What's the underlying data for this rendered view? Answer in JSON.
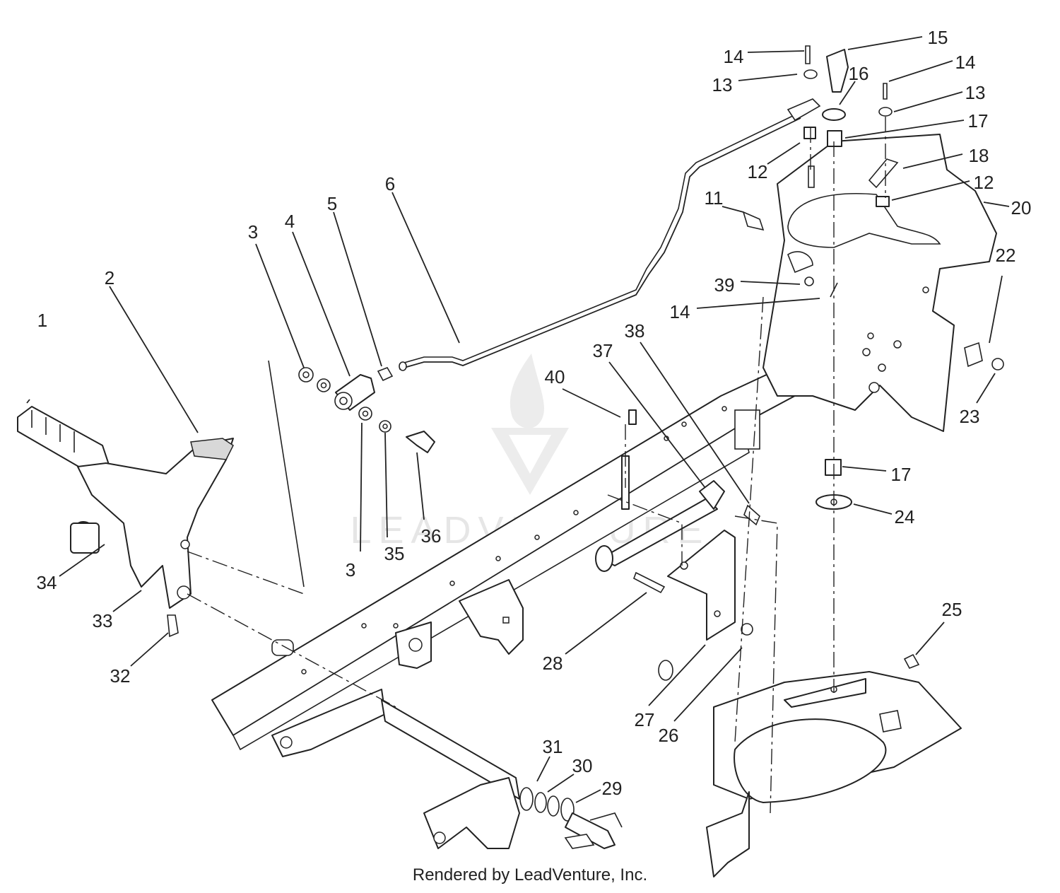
{
  "watermark": {
    "text": "LEADVENTURE"
  },
  "footer": {
    "text": "Rendered by LeadVenture, Inc."
  },
  "callouts": [
    {
      "label": "1"
    },
    {
      "label": "2"
    },
    {
      "label": "3"
    },
    {
      "label": "4"
    },
    {
      "label": "5"
    },
    {
      "label": "6"
    },
    {
      "label": "3"
    },
    {
      "label": "35"
    },
    {
      "label": "36"
    },
    {
      "label": "34"
    },
    {
      "label": "33"
    },
    {
      "label": "32"
    },
    {
      "label": "40"
    },
    {
      "label": "37"
    },
    {
      "label": "38"
    },
    {
      "label": "28"
    },
    {
      "label": "27"
    },
    {
      "label": "26"
    },
    {
      "label": "31"
    },
    {
      "label": "30"
    },
    {
      "label": "29"
    },
    {
      "label": "15"
    },
    {
      "label": "14"
    },
    {
      "label": "13"
    },
    {
      "label": "16"
    },
    {
      "label": "14"
    },
    {
      "label": "13"
    },
    {
      "label": "17"
    },
    {
      "label": "12"
    },
    {
      "label": "18"
    },
    {
      "label": "12"
    },
    {
      "label": "20"
    },
    {
      "label": "11"
    },
    {
      "label": "39"
    },
    {
      "label": "14"
    },
    {
      "label": "22"
    },
    {
      "label": "23"
    },
    {
      "label": "17"
    },
    {
      "label": "24"
    },
    {
      "label": "25"
    }
  ]
}
